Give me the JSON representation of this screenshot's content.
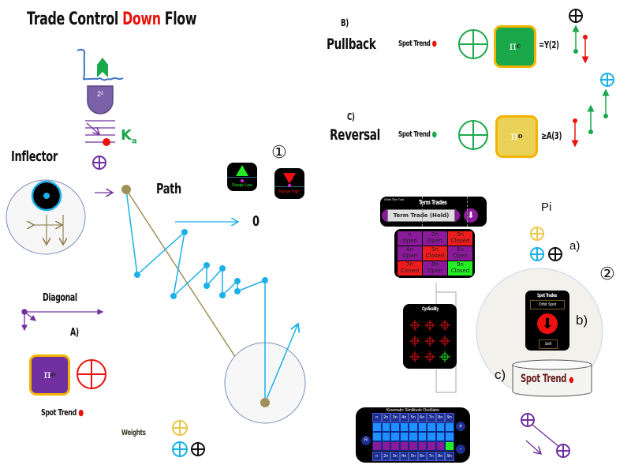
{
  "title": {
    "prefix": "Trade Control ",
    "highlight": "Down",
    "suffix": " Flow"
  },
  "colors": {
    "accent_red": "#e8140c",
    "green": "#1aa84a",
    "purple": "#7030a0",
    "cyan": "#1ab0e8",
    "gold": "#f2b400",
    "path_line": "#a0905a"
  },
  "left": {
    "ladder_label": "2²",
    "k_label": "K",
    "k_sub": "a",
    "inflector_label": "Inflector",
    "path_label": "Path",
    "zero_label": "0",
    "diagonal_label": "Diagonal",
    "section_a_label": "A)",
    "pi_box_a": {
      "symbol": "π",
      "sub": "o"
    },
    "spot_trend_label": "Spot Trend",
    "weights_label": "Weights"
  },
  "range": {
    "marker_1": "①",
    "range_low_label": "Range Low",
    "range_high_label": "Range High"
  },
  "pullback": {
    "section_label": "B)",
    "title": "Pullback",
    "spot_trend_label": "Spot Trend",
    "pi_symbol": "π",
    "pi_sub": "c",
    "formula": "=Y(2)"
  },
  "reversal": {
    "section_label": "C)",
    "title": "Reversal",
    "spot_trend_label": "Spot Trend",
    "pi_symbol": "π",
    "pi_sub": "o",
    "formula": "≥A(3)"
  },
  "term_trades": {
    "orbit_label": "Orbit The Tool",
    "title": "Term Trades",
    "button_label": "Term Trade (Hold)",
    "grid": [
      {
        "label": "n",
        "status": "Open"
      },
      {
        "label": "4n",
        "status": "Open"
      },
      {
        "label": "7n",
        "status": "Closed"
      },
      {
        "label": "2n",
        "status": "Open"
      },
      {
        "label": "5n",
        "status": "Closed"
      },
      {
        "label": "8n",
        "status": "Open"
      },
      {
        "label": "3n",
        "status": "Closed"
      },
      {
        "label": "6n",
        "status": "Open"
      },
      {
        "label": "9n",
        "status": "Closed"
      }
    ]
  },
  "cyclicality": {
    "title": "Cyclicality"
  },
  "oscillator": {
    "title": "Kinematic Similitude Oscillator",
    "headers": [
      "n",
      "2n",
      "3n",
      "4n",
      "5n",
      "6n",
      "7n",
      "8n",
      "9n"
    ],
    "plus_label": "+",
    "minus_label": "-",
    "reset_label": "R"
  },
  "pi_section": {
    "title": "Pi",
    "label_a": "a)",
    "marker_2": "②",
    "label_b": "b)",
    "label_c": "c)",
    "spot_trades_title": "Spot Trades",
    "orbit_spot_label": "Orbit Spot",
    "sell_label": "Sell",
    "spot_trend_label": "Spot Trend"
  }
}
